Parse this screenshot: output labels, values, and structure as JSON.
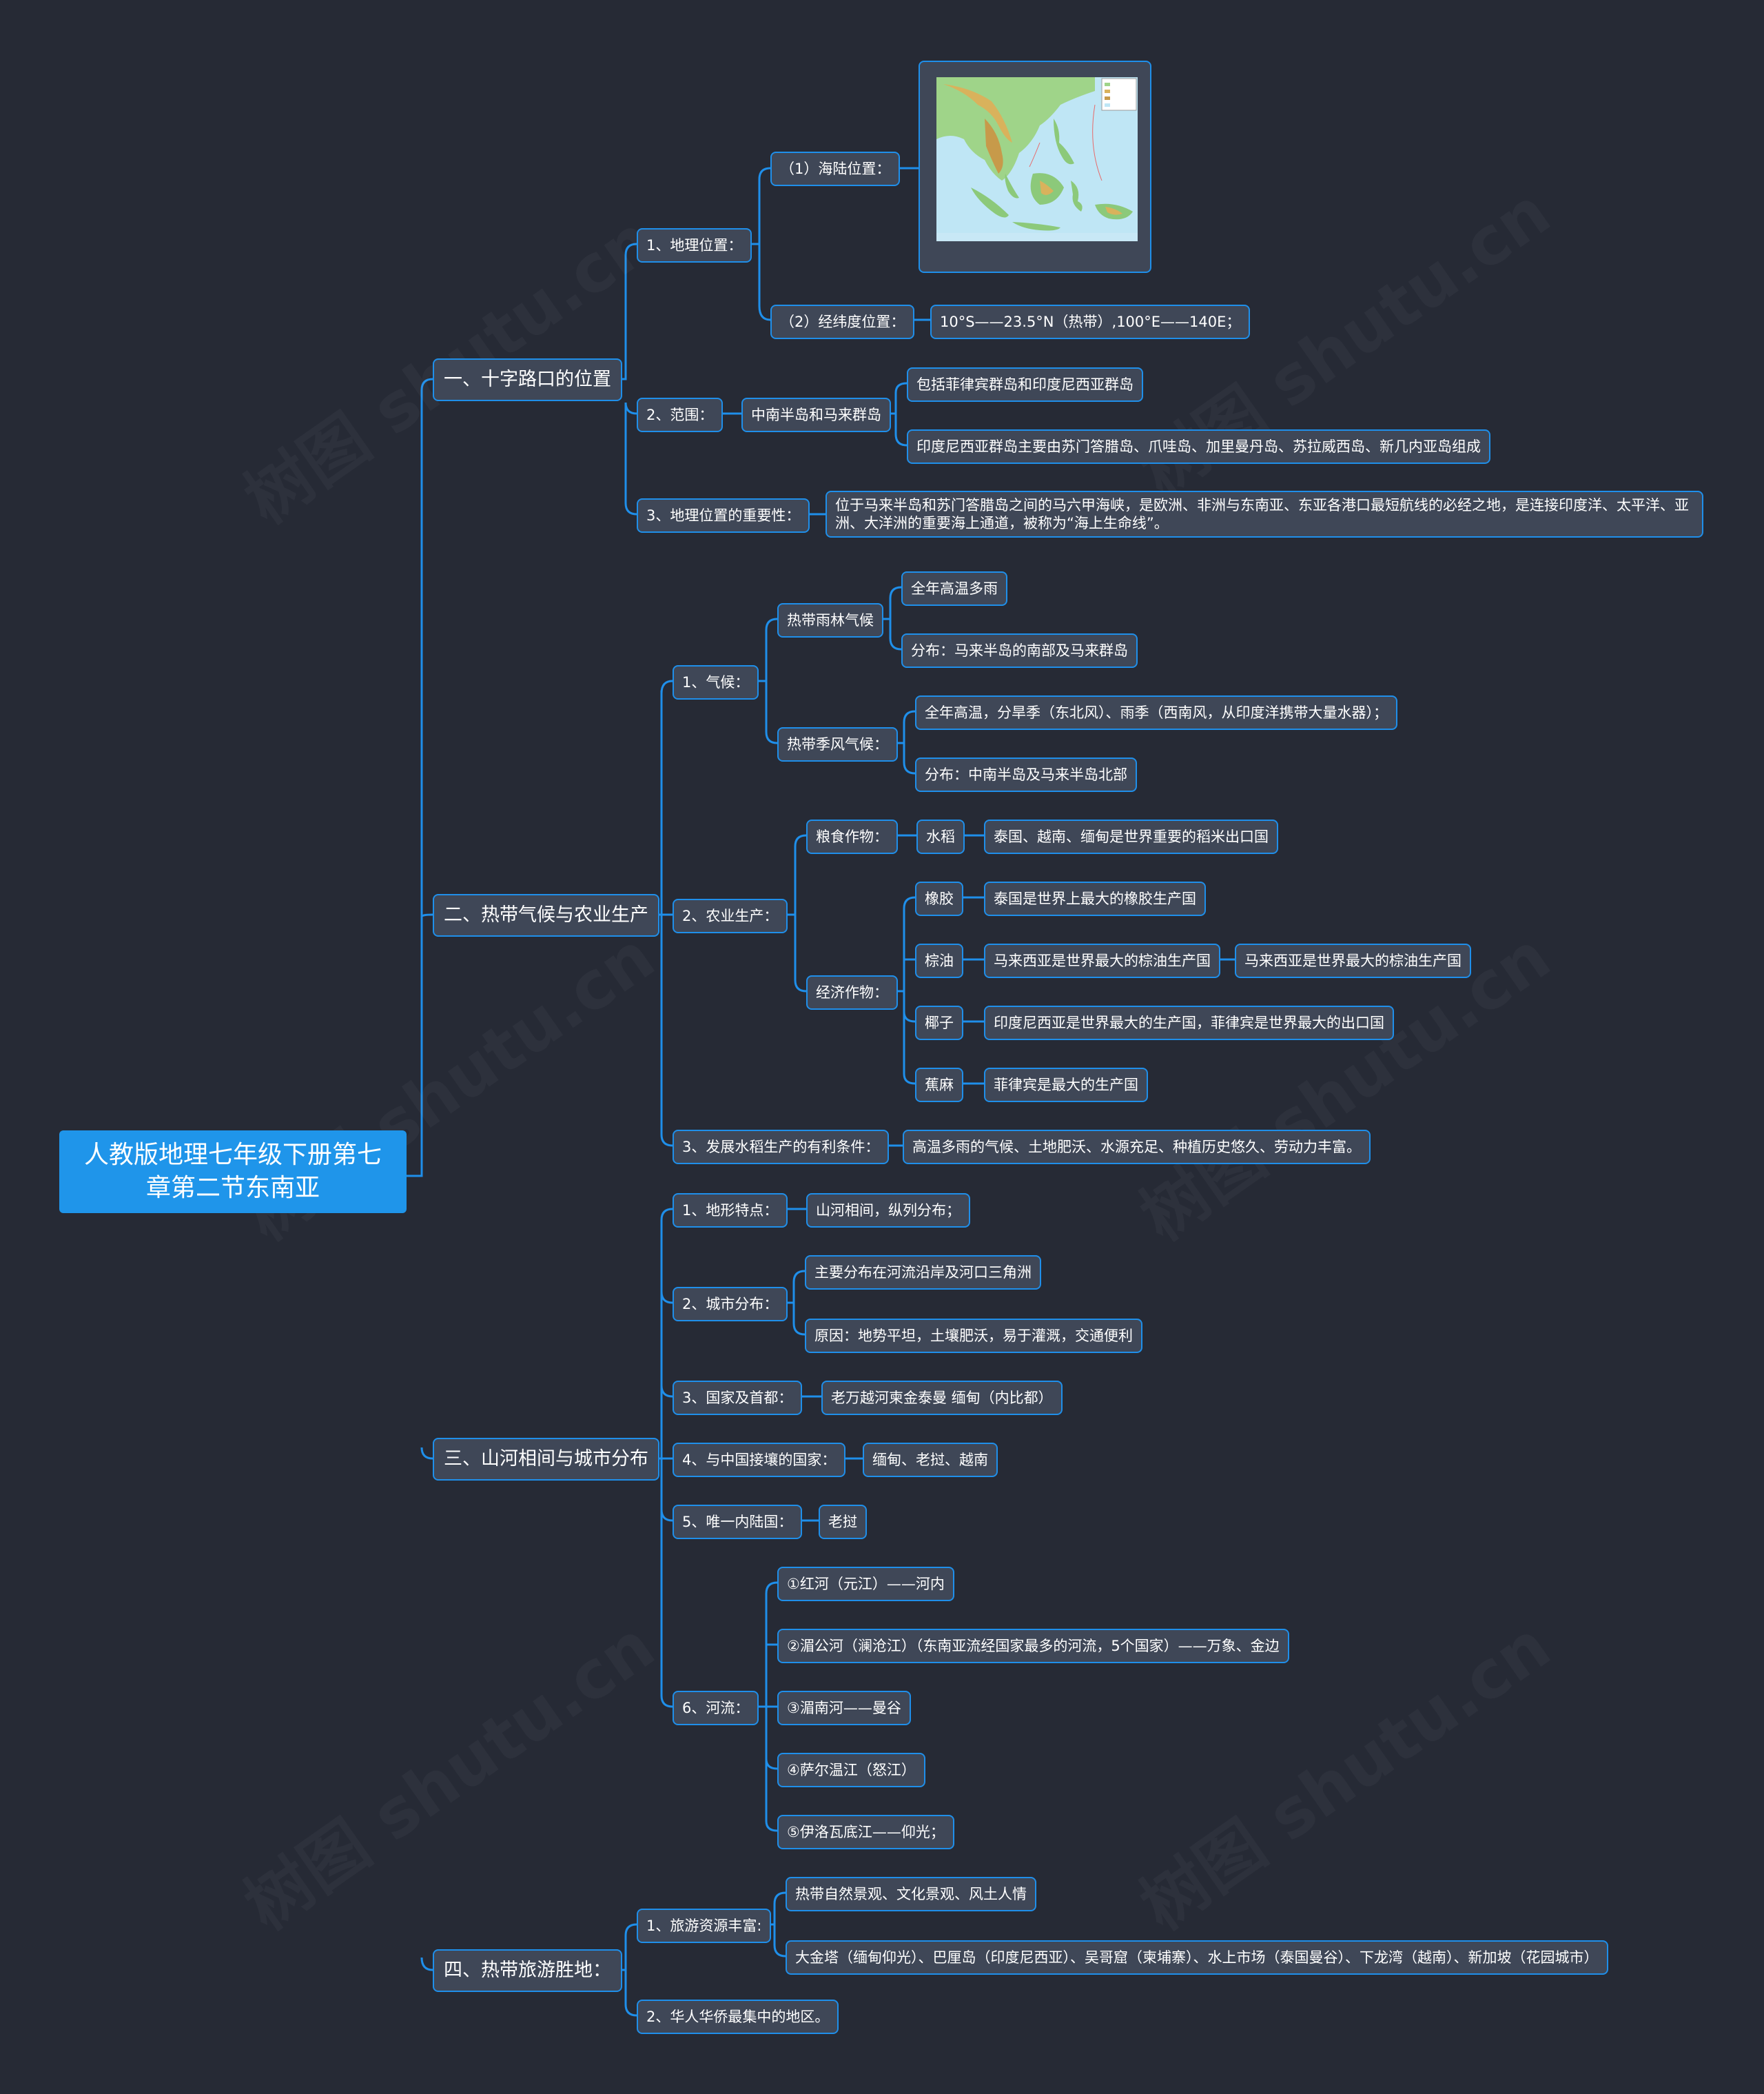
{
  "watermark": "树图 shutu.cn",
  "root": "人教版地理七年级下册第七章第二节东南亚",
  "s1": {
    "title": "一、十字路口的位置",
    "loc": "1、地理位置：",
    "sea_land": "（1）海陆位置：",
    "latlon": "（2）经纬度位置：",
    "latlon_val": "10°S——23.5°N（热带）,100°E——140E；",
    "range": "2、范围：",
    "range_val": "中南半岛和马来群岛",
    "range_a": "包括菲律宾群岛和印度尼西亚群岛",
    "range_b": "印度尼西亚群岛主要由苏门答腊岛、爪哇岛、加里曼丹岛、苏拉威西岛、新几内亚岛组成",
    "importance": "3、地理位置的重要性：",
    "importance_val": "位于马来半岛和苏门答腊岛之间的马六甲海峡，是欧洲、非洲与东南亚、东亚各港口最短航线的必经之地，是连接印度洋、太平洋、亚洲、大洋洲的重要海上通道，被称为“海上生命线”。"
  },
  "s2": {
    "title": "二、热带气候与农业生产",
    "climate": "1、气候：",
    "rainforest": "热带雨林气候",
    "rainforest_a": "全年高温多雨",
    "rainforest_b": "分布：马来半岛的南部及马来群岛",
    "monsoon": "热带季风气候：",
    "monsoon_a": "全年高温，分旱季（东北风）、雨季（西南风，从印度洋携带大量水器）；",
    "monsoon_b": "分布：中南半岛及马来半岛北部",
    "agri": "2、农业生产：",
    "grain": "粮食作物：",
    "rice": "水稻",
    "rice_val": "泰国、越南、缅甸是世界重要的稻米出口国",
    "cash": "经济作物：",
    "rubber": "橡胶",
    "rubber_val": "泰国是世界上最大的橡胶生产国",
    "palm": "棕油",
    "palm_val": "马来西亚是世界最大的棕油生产国",
    "palm_val2": "马来西亚是世界最大的棕油生产国",
    "coconut": "椰子",
    "coconut_val": "印度尼西亚是世界最大的生产国，菲律宾是世界最大的出口国",
    "abaca": "蕉麻",
    "abaca_val": "菲律宾是最大的生产国",
    "conditions": "3、发展水稻生产的有利条件：",
    "conditions_val": "高温多雨的气候、土地肥沃、水源充足、种植历史悠久、劳动力丰富。"
  },
  "s3": {
    "title": "三、山河相间与城市分布",
    "terrain": "1、地形特点：",
    "terrain_val": "山河相间，纵列分布；",
    "city": "2、城市分布：",
    "city_a": "主要分布在河流沿岸及河口三角洲",
    "city_b": "原因：地势平坦，土壤肥沃，易于灌溉，交通便利",
    "capitals": "3、国家及首都：",
    "capitals_val": "老万越河柬金泰曼 缅甸（内比都）",
    "borders": "4、与中国接壤的国家：",
    "borders_val": "缅甸、老挝、越南",
    "landlocked": "5、唯一内陆国：",
    "landlocked_val": "老挝",
    "rivers": "6、河流：",
    "river_1": "①红河（元江）——河内",
    "river_2": "②湄公河（澜沧江）（东南亚流经国家最多的河流，5个国家）——万象、金边",
    "river_3": "③湄南河——曼谷",
    "river_4": "④萨尔温江（怒江）",
    "river_5": "⑤伊洛瓦底江——仰光；"
  },
  "s4": {
    "title": "四、热带旅游胜地：",
    "tourism": "1、旅游资源丰富:",
    "tourism_a": "热带自然景观、文化景观、风土人情",
    "tourism_b": "大金塔（缅甸仰光）、巴厘岛（印度尼西亚）、吴哥窟（柬埔寨）、水上市场（泰国曼谷）、下龙湾（越南）、新加坡（花园城市）",
    "overseas": "2、华人华侨最集中的地区。"
  }
}
